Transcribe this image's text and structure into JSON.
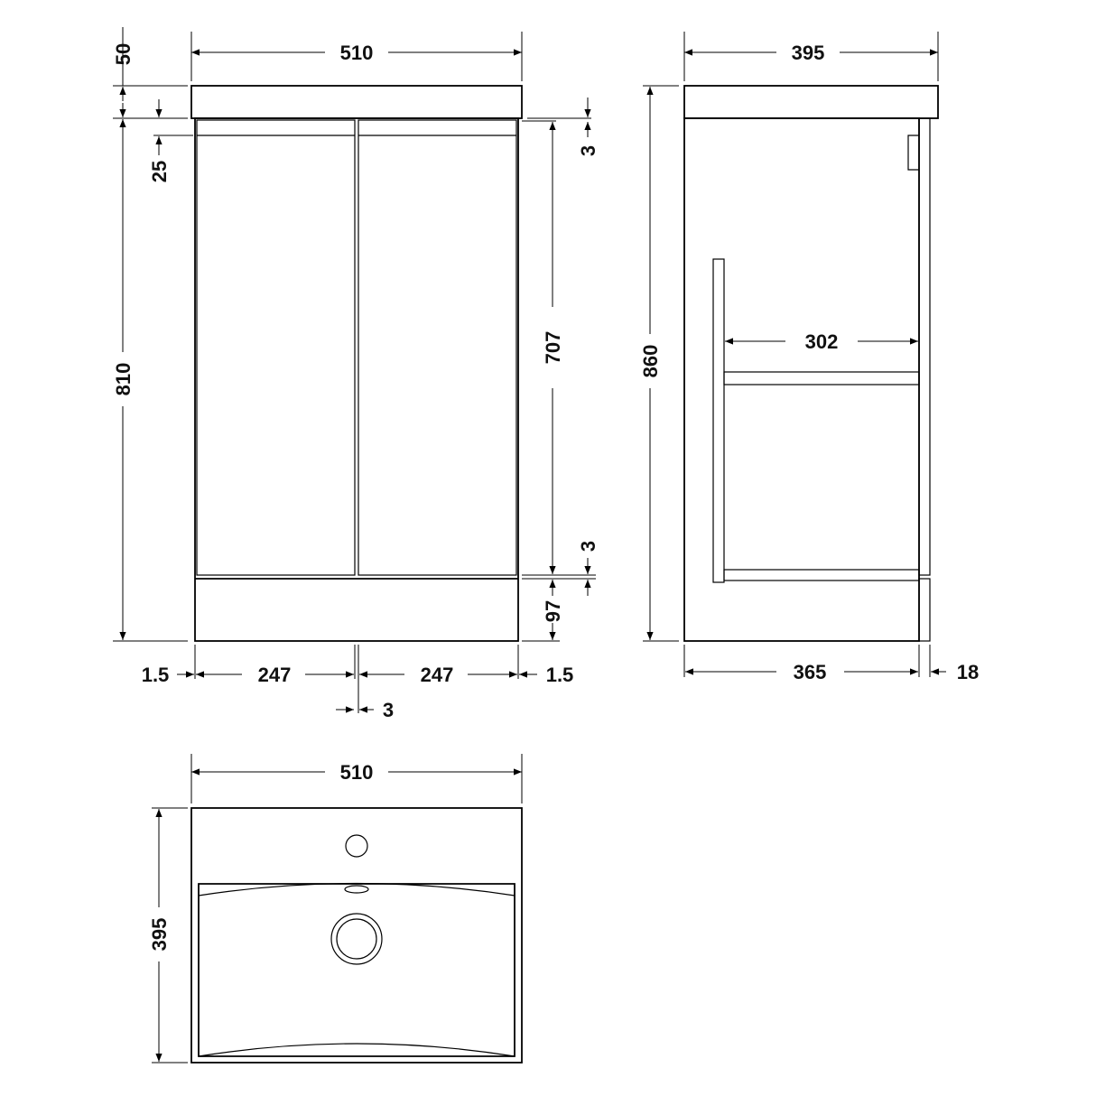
{
  "front_view": {
    "width": "510",
    "worktop_height": "50",
    "door_gap_top": "25",
    "total_height": "810",
    "door_top_gap": "3",
    "door_height": "707",
    "door_bottom_gap": "3",
    "plinth_height": "97",
    "side_left": "1.5",
    "door_left": "247",
    "door_right": "247",
    "side_right": "1.5",
    "center_gap": "3"
  },
  "side_view": {
    "depth": "395",
    "overall_height": "860",
    "internal_depth": "302",
    "carcass_depth": "365",
    "door_thickness": "18"
  },
  "top_view": {
    "width": "510",
    "depth": "395"
  }
}
